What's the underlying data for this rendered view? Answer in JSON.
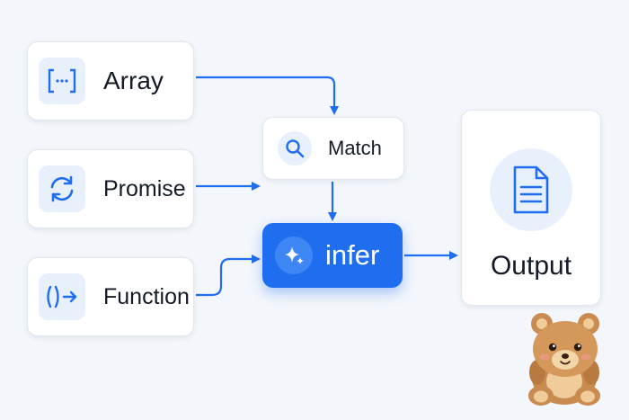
{
  "nodes": {
    "array": {
      "label": "Array",
      "icon": "brackets-icon"
    },
    "promise": {
      "label": "Promise",
      "icon": "refresh-icon"
    },
    "function": {
      "label": "Function",
      "icon": "function-arrow-icon"
    },
    "match": {
      "label": "Match",
      "icon": "search-icon"
    },
    "infer": {
      "label": "infer",
      "icon": "sparkle-icon"
    },
    "output": {
      "label": "Output",
      "icon": "document-icon"
    }
  },
  "colors": {
    "accent": "#1f6ef0",
    "card": "#ffffff",
    "background": "#f3f6fb",
    "text": "#141a26"
  }
}
